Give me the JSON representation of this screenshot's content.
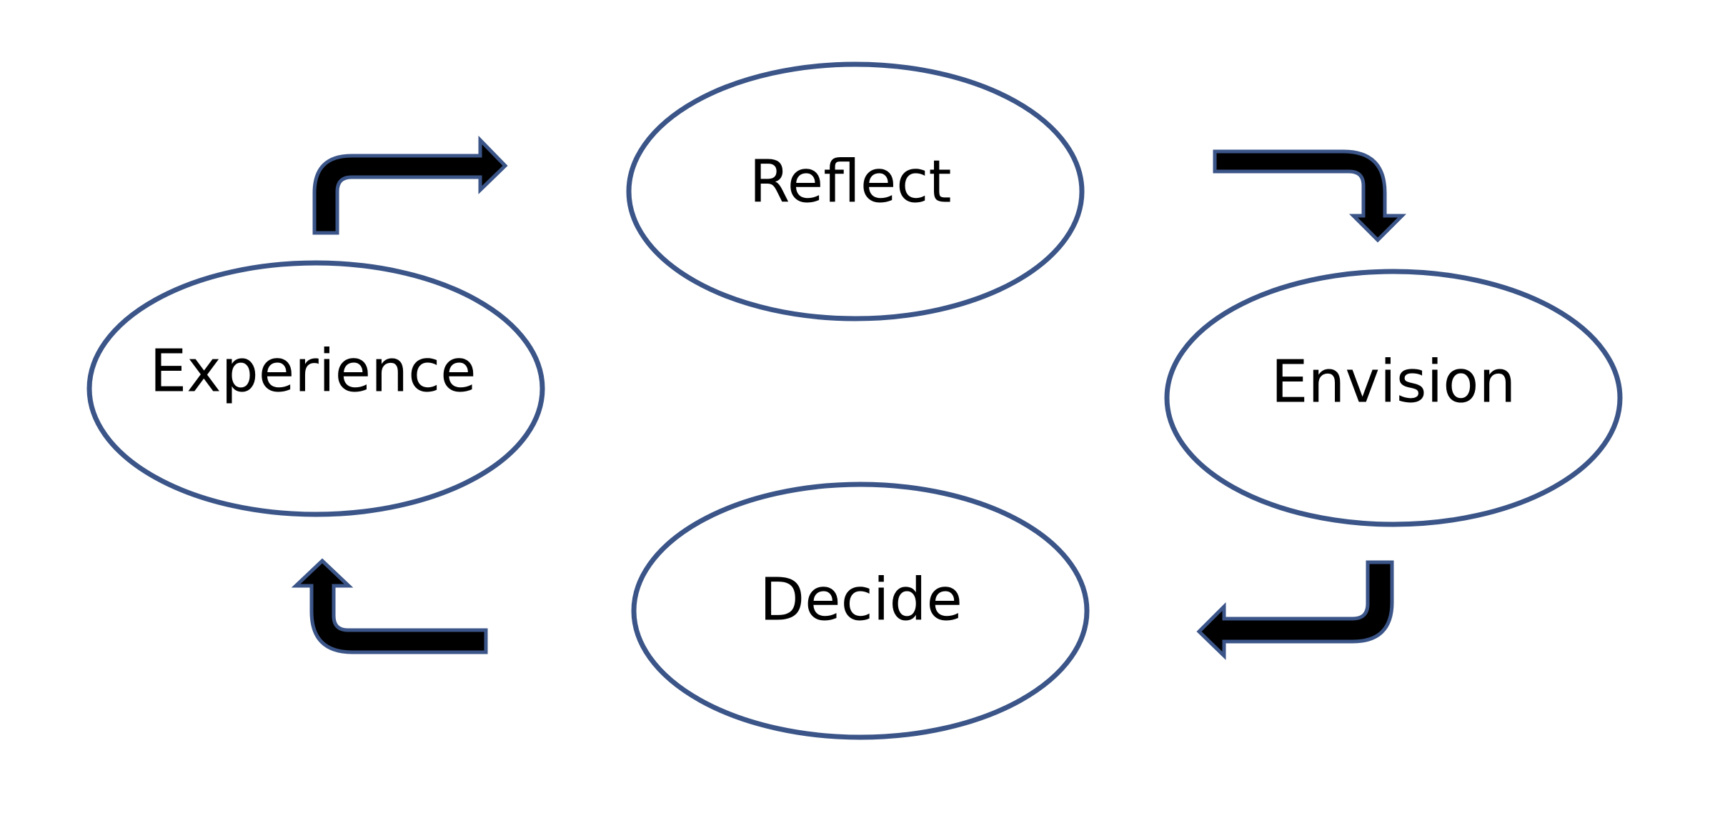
{
  "diagram": {
    "stroke_color": "#3b5588",
    "arrow_fill_color": "#000000",
    "nodes": [
      {
        "id": "reflect",
        "label": "Reflect"
      },
      {
        "id": "envision",
        "label": "Envision"
      },
      {
        "id": "decide",
        "label": "Decide"
      },
      {
        "id": "experience",
        "label": "Experience"
      }
    ],
    "edges": [
      {
        "from": "experience",
        "to": "reflect"
      },
      {
        "from": "reflect",
        "to": "envision"
      },
      {
        "from": "envision",
        "to": "decide"
      },
      {
        "from": "decide",
        "to": "experience"
      }
    ]
  }
}
